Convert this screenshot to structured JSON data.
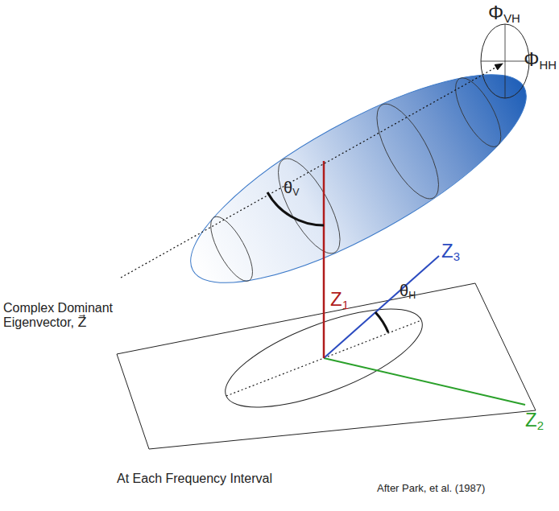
{
  "diagram": {
    "labels": [
      "ΦVH",
      "ΦHH",
      "θV",
      "Z1",
      "Z3",
      "θH",
      "Z2",
      "Complex Dominant Eigenvector, Z⃗",
      "At Each Frequency Interval",
      "After Park, et al. (1987)"
    ]
  }
}
